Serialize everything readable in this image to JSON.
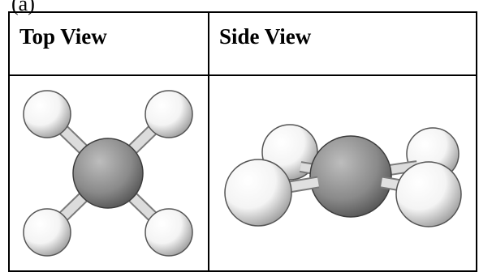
{
  "caption_fragment": "(a)",
  "table": {
    "headers": [
      "Top View",
      "Side View"
    ]
  },
  "colors": {
    "border": "#000000",
    "central_atom": "#8a8a8a",
    "outer_atom": "#ffffff",
    "bond": "#d8d8d8"
  }
}
